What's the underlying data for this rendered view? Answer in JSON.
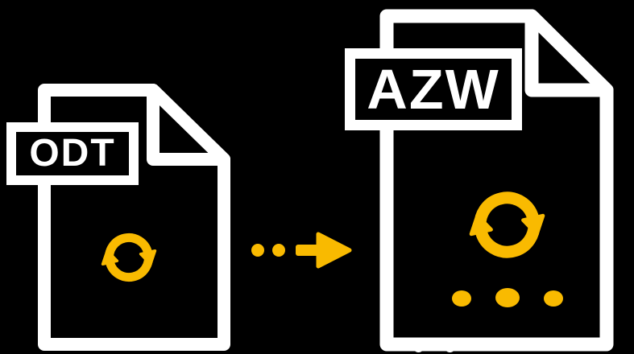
{
  "illustration": {
    "type": "file-conversion-graphic",
    "source_label": "ODT",
    "target_label": "AZW",
    "colors": {
      "background": "#000000",
      "outline": "#FFFFFF",
      "label_text": "#FFFFFF",
      "accent": "#F9BA00"
    },
    "icons": {
      "source": "document-icon",
      "target": "document-icon",
      "convert": "sync-icon",
      "flow": "arrow-right-icon"
    }
  }
}
